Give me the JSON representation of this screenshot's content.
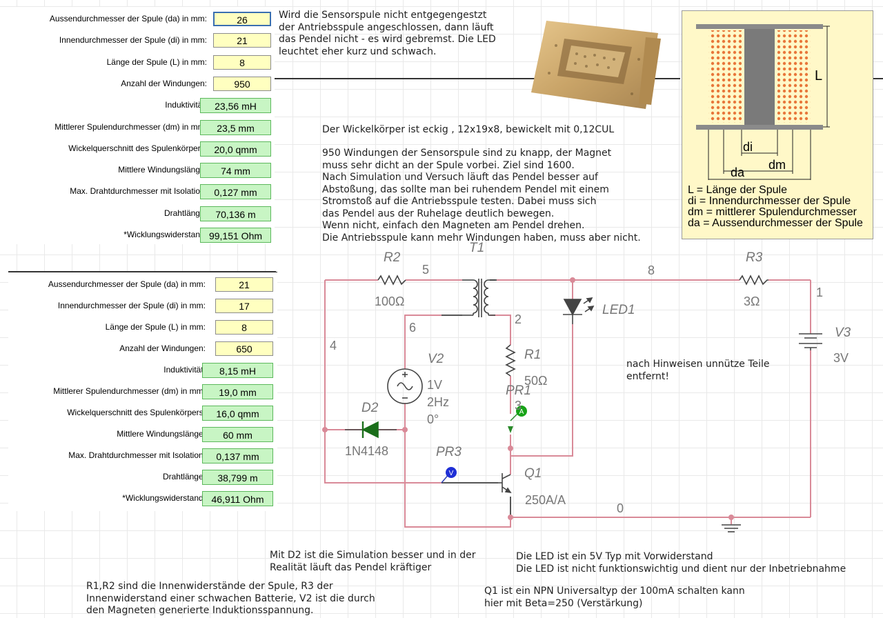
{
  "coil1": {
    "rows": [
      {
        "label": "Aussendurchmesser der Spule (da) in mm:",
        "value": "26",
        "kind": "input"
      },
      {
        "label": "Innendurchmesser der Spule (di) in mm:",
        "value": "21",
        "kind": "input"
      },
      {
        "label": "Länge der Spule (L) in mm:",
        "value": "8",
        "kind": "input"
      },
      {
        "label": "Anzahl der Windungen:",
        "value": "950",
        "kind": "input"
      },
      {
        "label": "Induktivität:",
        "value": "23,56 mH",
        "kind": "output"
      },
      {
        "label": "Mittlerer Spulendurchmesser (dm) in mm:",
        "value": "23,5 mm",
        "kind": "output"
      },
      {
        "label": "Wickelquerschnitt des Spulenkörpers:",
        "value": "20,0 qmm",
        "kind": "output"
      },
      {
        "label": "Mittlere Windungslänge:",
        "value": "74 mm",
        "kind": "output"
      },
      {
        "label": "Max. Drahtdurchmesser mit Isolation:",
        "value": "0,127 mm",
        "kind": "output"
      },
      {
        "label": "Drahtlänge:",
        "value": "70,136 m",
        "kind": "output"
      },
      {
        "label": "*Wicklungswiderstand:",
        "value": "99,151 Ohm",
        "kind": "output"
      }
    ]
  },
  "coil2": {
    "rows": [
      {
        "label": "Aussendurchmesser der Spule (da) in mm:",
        "value": "21",
        "kind": "input"
      },
      {
        "label": "Innendurchmesser der Spule (di) in mm:",
        "value": "17",
        "kind": "input"
      },
      {
        "label": "Länge der Spule (L) in mm:",
        "value": "8",
        "kind": "input"
      },
      {
        "label": "Anzahl der Windungen:",
        "value": "650",
        "kind": "input"
      },
      {
        "label": "Induktivität:",
        "value": "8,15 mH",
        "kind": "output"
      },
      {
        "label": "Mittlerer Spulendurchmesser (dm) in mm:",
        "value": "19,0 mm",
        "kind": "output"
      },
      {
        "label": "Wickelquerschnitt des Spulenkörpers:",
        "value": "16,0 qmm",
        "kind": "output"
      },
      {
        "label": "Mittlere Windungslänge:",
        "value": "60 mm",
        "kind": "output"
      },
      {
        "label": "Max. Drahtdurchmesser mit Isolation:",
        "value": "0,137 mm",
        "kind": "output"
      },
      {
        "label": "Drahtlänge:",
        "value": "38,799 m",
        "kind": "output"
      },
      {
        "label": "*Wicklungswiderstand:",
        "value": "46,911 Ohm",
        "kind": "output"
      }
    ]
  },
  "notes": {
    "sensor_warning": "Wird die Sensorspule nicht entgegengestzt\nder Antriebsspule angeschlossen, dann läuft\ndas Pendel nicht - es wird gebremst. Die LED\nleuchtet eher kurz und schwach.",
    "winding_body": "Der Wickelkörper ist eckig , 12x19x8, bewickelt mit 0,12CUL",
    "simulation": "950 Windungen der Sensorspule sind zu knapp, der Magnet\nmuss sehr dicht an der Spule vorbei. Ziel sind 1600.\nNach Simulation und Versuch läuft das Pendel besser auf\nAbstoßung, das sollte man bei ruhendem Pendel mit einem\nStromstoß auf die Antriebsspule testen. Dabei muss sich\ndas Pendel aus der Ruhelage deutlich bewegen.\nWenn nicht, einfach den Magneten am Pendel drehen.\nDie Antriebsspule kann mehr Windungen haben, muss aber nicht.",
    "removed": "nach Hinweisen unnütze Teile\nentfernt!",
    "d2": "Mit D2 ist die Simulation besser und in der\nRealität läuft das Pendel kräftiger",
    "led": "Die LED ist ein 5V Typ mit Vorwiderstand\nDie LED ist nicht funktionswichtig und dient nur der Inbetriebnahme",
    "resistors": "R1,R2 sind die Innenwiderstände der Spule, R3 der\nInnenwiderstand einer schwachen Batterie, V2 ist die durch\nden Magneten generierte Induktionsspannung.",
    "q1": "Q1 ist ein NPN Universaltyp der 100mA schalten kann\nhier mit Beta=250 (Verstärkung)"
  },
  "legend": {
    "label_L": "L",
    "label_di": "di",
    "label_dm": "dm",
    "label_da": "da",
    "lines": [
      "L = Länge der Spule",
      "di = Innendurchmesser der Spule",
      "dm = mittlerer Spulendurchmesser",
      "da = Aussendurchmesser der Spule"
    ]
  },
  "schematic": {
    "r2_name": "R2",
    "r2_value": "100Ω",
    "t1_name": "T1",
    "r3_name": "R3",
    "r3_value": "3Ω",
    "led_name": "LED1",
    "v3_name": "V3",
    "v3_value": "3V",
    "v2_name": "V2",
    "v2_amp": "1V",
    "v2_freq": "2Hz",
    "v2_phase": "0°",
    "r1_name": "R1",
    "r1_value": "50Ω",
    "pr1_name": "PR1",
    "d2_name": "D2",
    "d2_value": "1N4148",
    "pr3_name": "PR3",
    "q1_name": "Q1",
    "q1_value": "250A/A",
    "ammeter_symbol": "A",
    "voltmeter_symbol": "V",
    "nodes": {
      "n1": "1",
      "n2": "2",
      "n3": "3",
      "n4": "4",
      "n5": "5",
      "n6": "6",
      "n8": "8",
      "n0": "0"
    }
  },
  "colors": {
    "wire": "#d98a98",
    "label": "#777777",
    "input_bg": "#ffffc0",
    "output_bg": "#c8f5c4",
    "legend_bg": "#fff8c8"
  }
}
